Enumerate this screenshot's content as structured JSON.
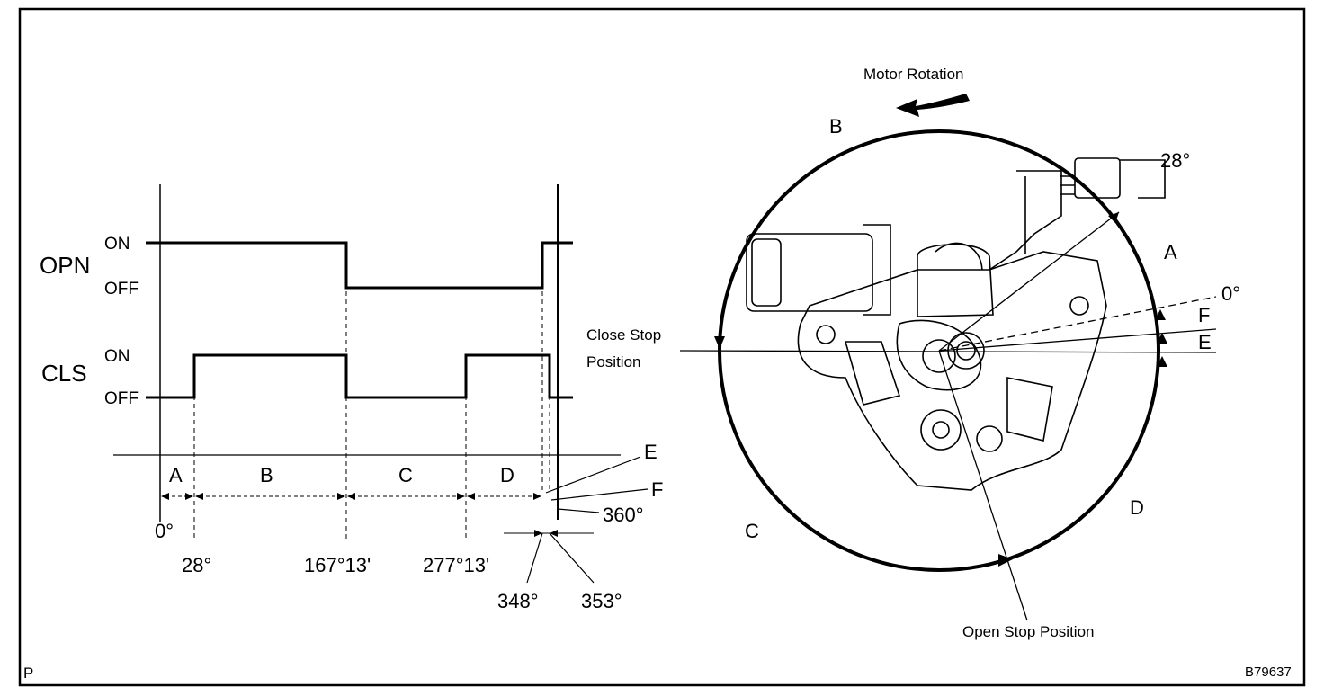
{
  "diagram": {
    "signals": [
      {
        "name": "OPN",
        "on_label": "ON",
        "off_label": "OFF"
      },
      {
        "name": "CLS",
        "on_label": "ON",
        "off_label": "OFF"
      }
    ],
    "segments": [
      "A",
      "B",
      "C",
      "D"
    ],
    "edge_labels": [
      "E",
      "F"
    ],
    "angles": [
      "0°",
      "28°",
      "167°13'",
      "277°13'",
      "348°",
      "353°",
      "360°"
    ],
    "wheel": {
      "rotation_label": "Motor Rotation",
      "close_stop_line1": "Close Stop",
      "close_stop_line2": "Position",
      "open_stop": "Open Stop Position",
      "angle_28": "28°",
      "angle_0": "0°",
      "zones": [
        "A",
        "B",
        "C",
        "D"
      ],
      "edges": [
        "F",
        "E"
      ]
    },
    "corner_left": "P",
    "figure_id": "B79637"
  }
}
